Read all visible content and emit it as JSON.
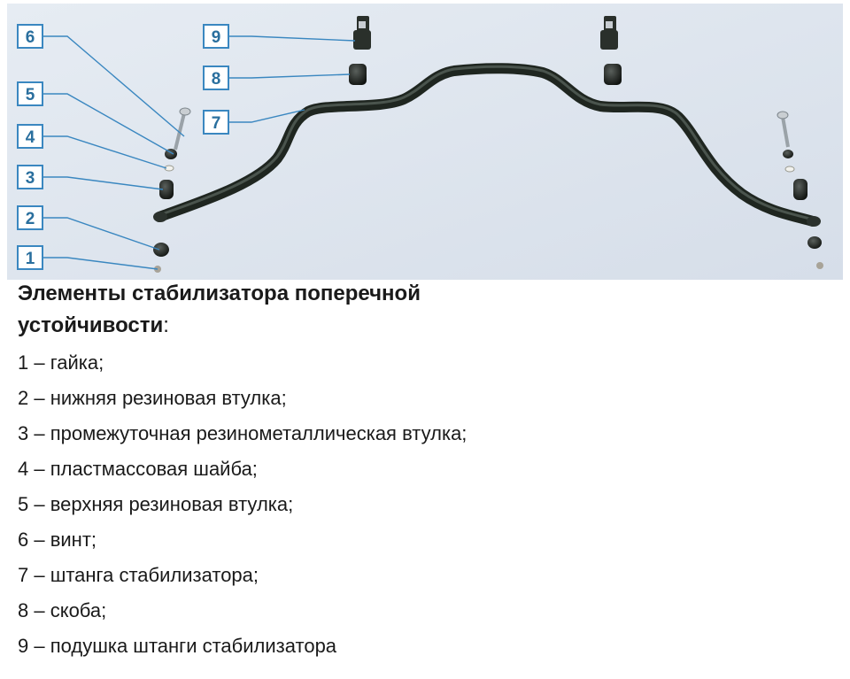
{
  "callouts": [
    {
      "label": "6"
    },
    {
      "label": "5"
    },
    {
      "label": "4"
    },
    {
      "label": "3"
    },
    {
      "label": "2"
    },
    {
      "label": "1"
    },
    {
      "label": "9"
    },
    {
      "label": "8"
    },
    {
      "label": "7"
    }
  ],
  "caption": {
    "title_line1": "Элементы стабилизатора поперечной",
    "title_line2": "устойчивости",
    "title_colon": ":",
    "items": [
      "1 – гайка;",
      "2 – нижняя резиновая втулка;",
      "3 – промежуточная резинометаллическая втулка;",
      "4 – пластмассовая шайба;",
      "5 – верхняя резиновая втулка;",
      "6 – винт;",
      "7 – штанга стабилизатора;",
      "8 – скоба;",
      "9 – подушка штанги стабилизатора"
    ]
  },
  "colors": {
    "background_panel": "#dfe6ef",
    "callout_border": "#3a87c0",
    "callout_text": "#2a6f9e",
    "leader_line": "#3a87c0",
    "bar": "#1f2620"
  }
}
